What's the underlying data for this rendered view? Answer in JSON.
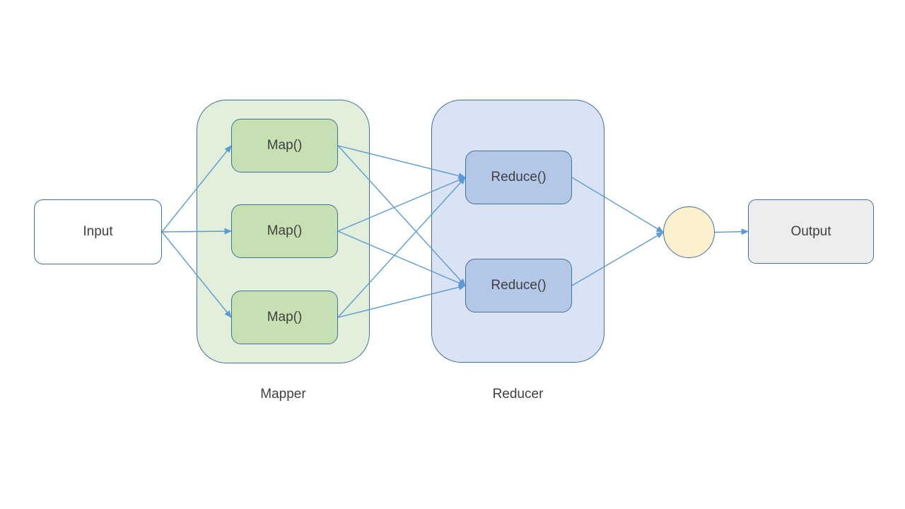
{
  "diagram": {
    "nodes": {
      "input": {
        "label": "Input"
      },
      "map1": {
        "label": "Map()"
      },
      "map2": {
        "label": "Map()"
      },
      "map3": {
        "label": "Map()"
      },
      "reduce1": {
        "label": "Reduce()"
      },
      "reduce2": {
        "label": "Reduce()"
      },
      "merge": {
        "label": ""
      },
      "output": {
        "label": "Output"
      }
    },
    "groups": {
      "mapper": {
        "label": "Mapper"
      },
      "reducer": {
        "label": "Reducer"
      }
    },
    "edges": [
      {
        "from": "input",
        "to": "map1"
      },
      {
        "from": "input",
        "to": "map2"
      },
      {
        "from": "input",
        "to": "map3"
      },
      {
        "from": "map1",
        "to": "reduce1"
      },
      {
        "from": "map1",
        "to": "reduce2"
      },
      {
        "from": "map2",
        "to": "reduce1"
      },
      {
        "from": "map2",
        "to": "reduce2"
      },
      {
        "from": "map3",
        "to": "reduce1"
      },
      {
        "from": "map3",
        "to": "reduce2"
      },
      {
        "from": "reduce1",
        "to": "merge"
      },
      {
        "from": "reduce2",
        "to": "merge"
      },
      {
        "from": "merge",
        "to": "output"
      }
    ],
    "colors": {
      "arrow": "#5b9bd5",
      "node_border": "#41719c",
      "mapper_group_fill": "#e2efda",
      "map_node_fill": "#c6e0b4",
      "reducer_group_fill": "#dae3f3",
      "reduce_node_fill": "#b4c7e7",
      "merge_circle_fill": "#fdf0cd",
      "input_node_fill": "#ffffff",
      "output_node_fill": "#ededed",
      "text": "#404040"
    }
  }
}
